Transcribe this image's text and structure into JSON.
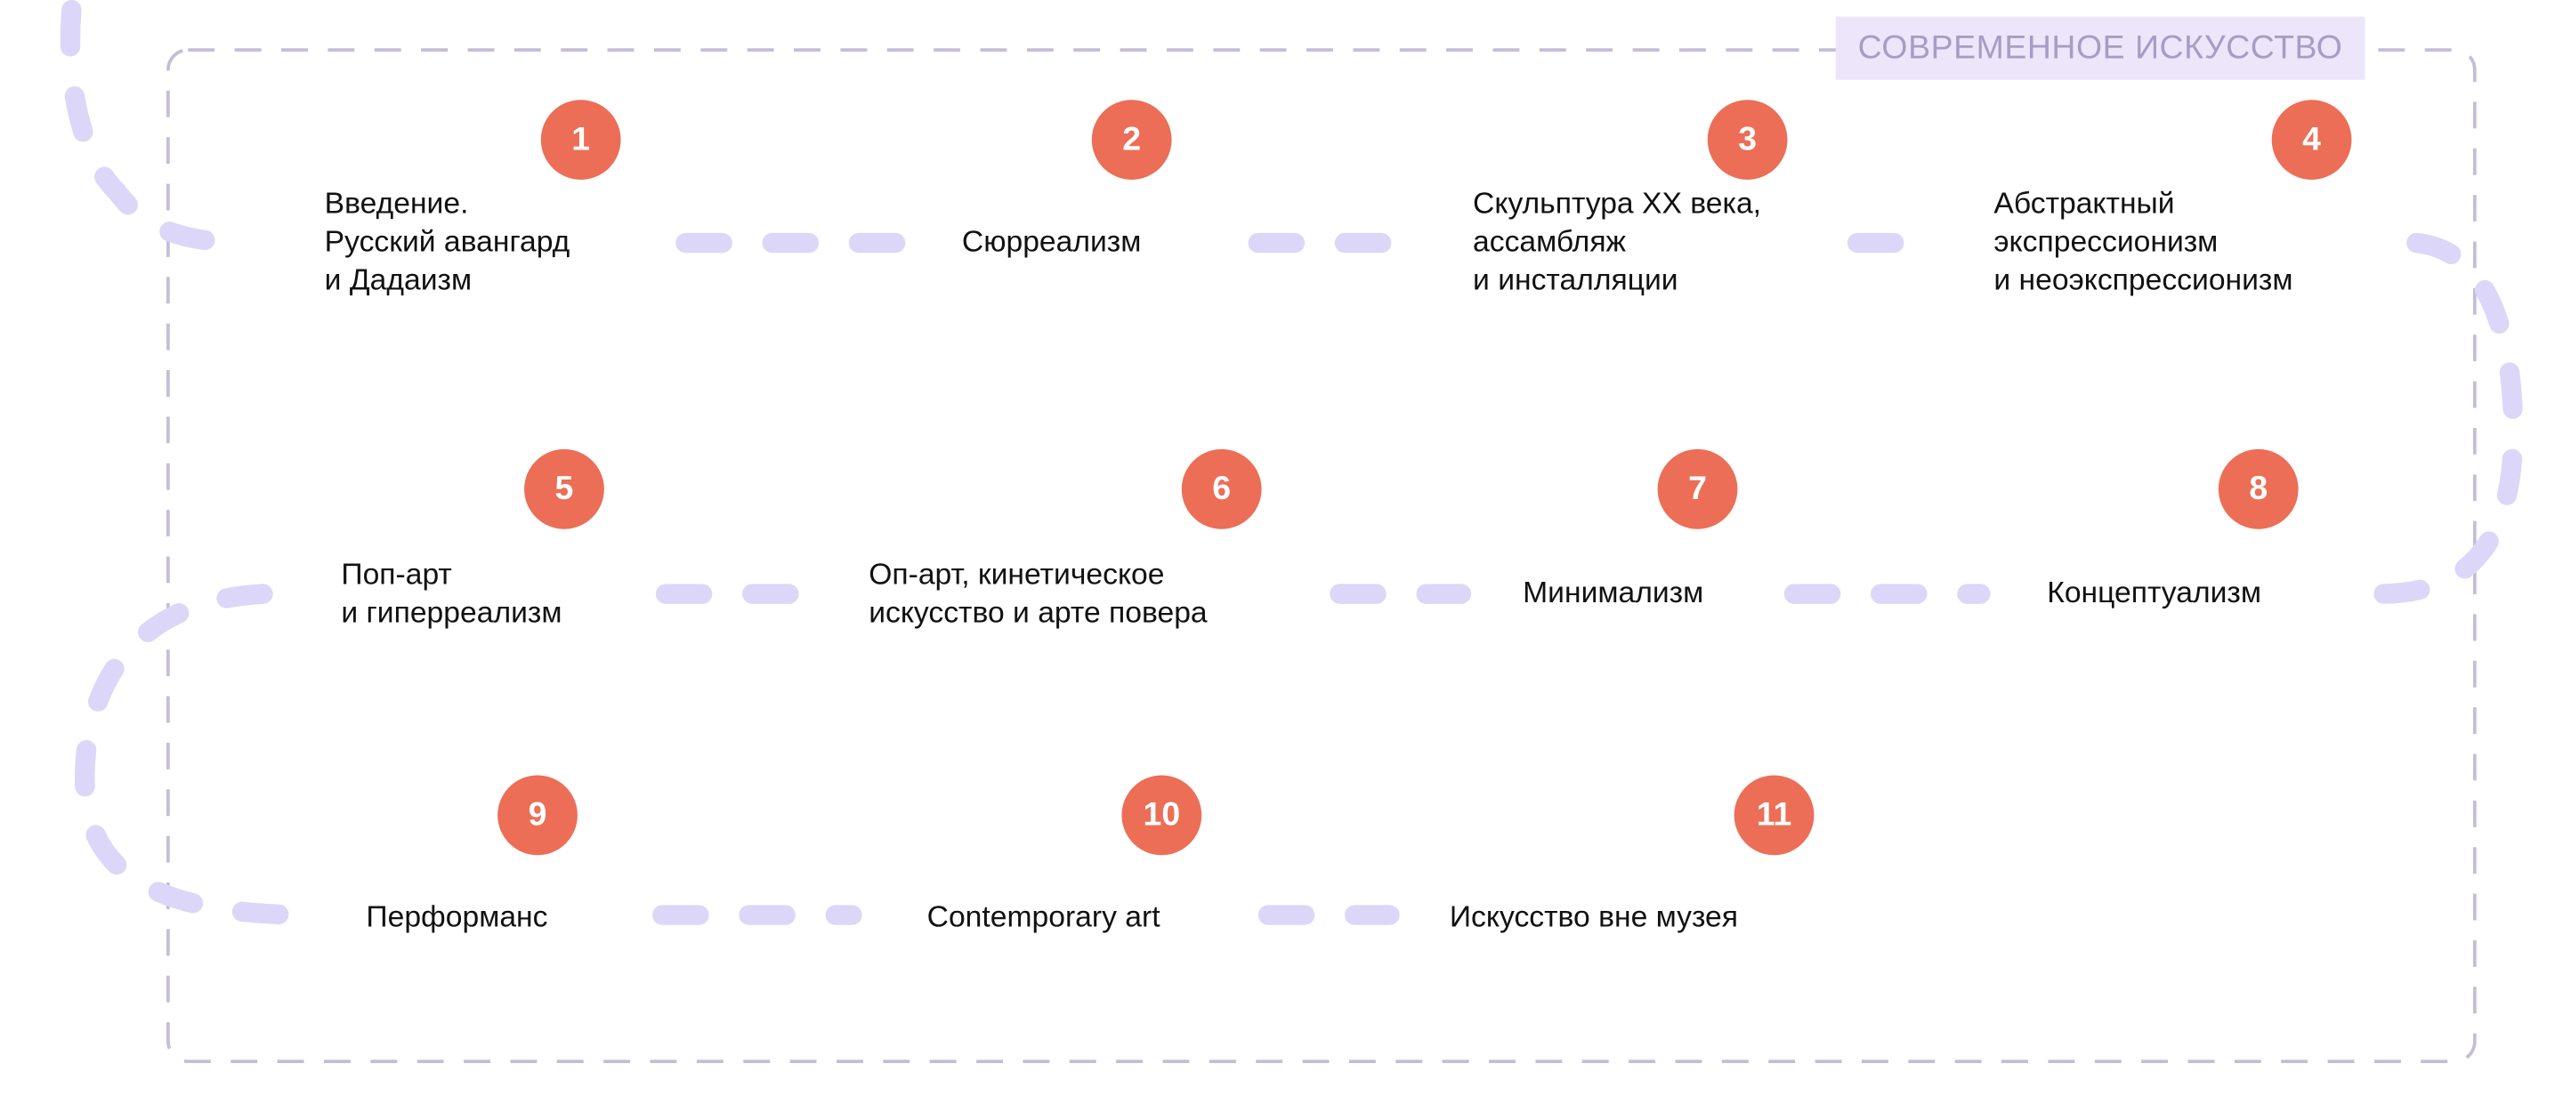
{
  "title": "СОВРЕМЕННОЕ ИСКУССТВО",
  "colors": {
    "badge": "#ec6e56",
    "path": "#dcd7f8",
    "frame": "#c5bdd8",
    "title_bg": "#ede6fb",
    "title_text": "#a89cc4"
  },
  "steps": [
    {
      "number": "1",
      "lines": [
        "Введение.",
        "Русский авангард",
        "и Дадаизм"
      ]
    },
    {
      "number": "2",
      "lines": [
        "Сюрреализм"
      ]
    },
    {
      "number": "3",
      "lines": [
        "Скульптура XX века,",
        "ассамбляж",
        "и инсталляции"
      ]
    },
    {
      "number": "4",
      "lines": [
        "Абстрактный",
        "экспрессионизм",
        "и неоэкспрессионизм"
      ]
    },
    {
      "number": "5",
      "lines": [
        "Поп-арт",
        "и гиперреализм"
      ]
    },
    {
      "number": "6",
      "lines": [
        "Оп-арт, кинетическое",
        "искусство и арте повера"
      ]
    },
    {
      "number": "7",
      "lines": [
        "Минимализм"
      ]
    },
    {
      "number": "8",
      "lines": [
        "Концептуализм"
      ]
    },
    {
      "number": "9",
      "lines": [
        "Перформанс"
      ]
    },
    {
      "number": "10",
      "lines": [
        "Contemporary art"
      ]
    },
    {
      "number": "11",
      "lines": [
        "Искусство вне музея"
      ]
    }
  ]
}
